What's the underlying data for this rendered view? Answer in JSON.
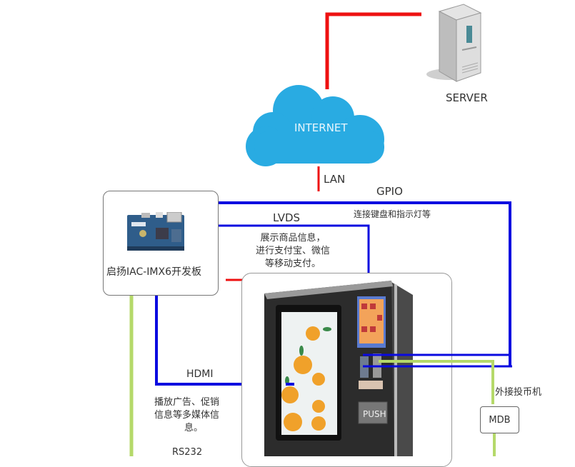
{
  "server": {
    "label": "SERVER",
    "icon": "server-tower-icon"
  },
  "internet": {
    "label": "INTERNET",
    "icon": "cloud-icon",
    "color": "#29abe2"
  },
  "links": {
    "lan": "LAN",
    "gpio": "GPIO",
    "gpio_desc": "连接键盘和指示灯等",
    "lvds": "LVDS",
    "lvds_desc": [
      "展示商品信息，",
      "进行支付宝、微信",
      "等移动支付。"
    ],
    "hdmi": "HDMI",
    "hdmi_desc": [
      "播放广告、促销",
      "信息等多媒体信",
      "息。"
    ],
    "rs232": "RS232",
    "coin": "外接投币机"
  },
  "board": {
    "label": "启扬IAC-IMX6开发板",
    "icon": "dev-board-icon"
  },
  "vending": {
    "icon": "vending-machine-icon",
    "push_label": "PUSH"
  },
  "mdb": {
    "label": "MDB"
  },
  "colors": {
    "network": "#ee1111",
    "signal": "#0a0ae0",
    "serial": "#b5d96a",
    "cloud": "#29abe2"
  }
}
